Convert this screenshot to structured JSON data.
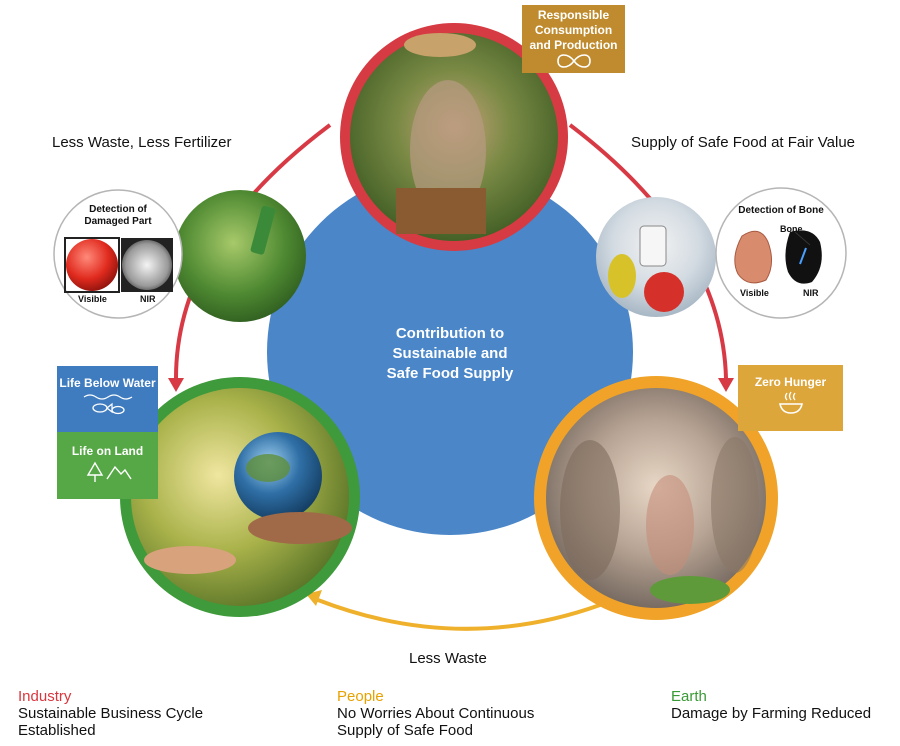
{
  "center": {
    "line1": "Contribution to",
    "line2": "Sustainable and",
    "line3": "Safe Food Supply"
  },
  "flows": {
    "top_left": "Less Waste, Less Fertilizer",
    "top_right": "Supply of Safe Food at Fair Value",
    "bottom": "Less Waste"
  },
  "sdg": {
    "responsible": {
      "line1": "Responsible",
      "line2": "Consumption",
      "line3": "and Production",
      "color": "#bf8b2e"
    },
    "zero_hunger": {
      "label": "Zero Hunger",
      "color": "#dda63a"
    },
    "life_below_water": {
      "label": "Life Below Water",
      "color": "#3f7cbf"
    },
    "life_on_land": {
      "label": "Life on Land",
      "color": "#56a846"
    }
  },
  "detection_damaged": {
    "title_line1": "Detection of",
    "title_line2": "Damaged Part",
    "visible": "Visible",
    "nir": "NIR"
  },
  "detection_bone": {
    "title": "Detection of Bone",
    "bone": "Bone",
    "visible": "Visible",
    "nir": "NIR"
  },
  "legend": {
    "industry": {
      "heading": "Industry",
      "line1": "Sustainable Business Cycle",
      "line2": "Established",
      "color": "#d9363e"
    },
    "people": {
      "heading": "People",
      "line1": "No Worries About Continuous",
      "line2": "Supply of Safe Food",
      "color": "#e8a200"
    },
    "earth": {
      "heading": "Earth",
      "line1": "Damage by Farming Reduced",
      "color": "#3a9a35"
    }
  },
  "colors": {
    "center_circle": "#4a86c8",
    "industry_ring": "#d63a43",
    "people_ring": "#f0a328",
    "earth_ring": "#3e9a3a",
    "arrow_red": "#d83a45",
    "arrow_yellow": "#efb02c"
  },
  "icons": [
    "infinity-icon",
    "fish-icon",
    "tree-icon",
    "bowl-icon"
  ]
}
